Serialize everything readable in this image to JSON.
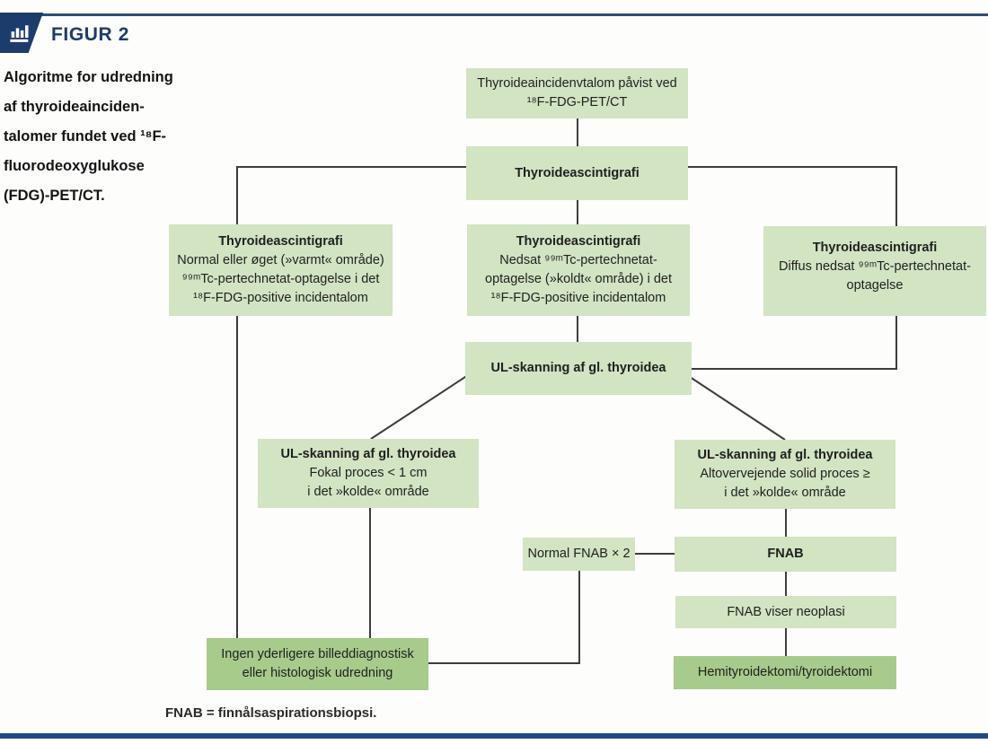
{
  "colors": {
    "navy": "#1d3c6e",
    "bottom_rule_blue": "#1f4b8c",
    "box_light_green": "#d2e4c2",
    "box_dark_green": "#a6cb8b",
    "connector_gray": "#3d3d3d"
  },
  "header": {
    "figure_label": "FIGUR 2",
    "icon": "bar-chart-icon"
  },
  "caption": {
    "lines": [
      "Algoritme for udredning",
      "af thyroideainciden-",
      "talomer fundet ved ¹⁸F-",
      "fluorodeoxyglukose",
      "(FDG)-PET/CT."
    ]
  },
  "nodes": {
    "incidentalom": {
      "lines": [
        "Thyroideaincidenvtalom påvist ved",
        "¹⁸F-FDG-PET/CT"
      ]
    },
    "scintigrafi": {
      "title": "Thyroideascintigrafi"
    },
    "scint_warm": {
      "title": "Thyroideascintigrafi",
      "lines": [
        "Normal eller øget (»varmt« område)",
        "⁹⁹ᵐTc-pertechnetat-optagelse i det",
        "¹⁸F-FDG-positive incidentalom"
      ]
    },
    "scint_cold": {
      "title": "Thyroideascintigrafi",
      "lines": [
        "Nedsat ⁹⁹ᵐTc-pertechnetat-",
        "optagelse (»koldt« område) i det",
        "¹⁸F-FDG-positive incidentalom"
      ]
    },
    "scint_diffuse": {
      "title": "Thyroideascintigrafi",
      "lines": [
        "Diffus nedsat ⁹⁹ᵐTc-pertechnetat-",
        "optagelse"
      ]
    },
    "ul_main": {
      "title": "UL-skanning af gl. thyroidea"
    },
    "ul_focal": {
      "title": "UL-skanning af gl. thyroidea",
      "lines": [
        "Fokal proces < 1 cm",
        "i det »kolde« område"
      ]
    },
    "ul_solid": {
      "title": "UL-skanning af gl. thyroidea",
      "lines": [
        "Altovervejende solid proces ≥",
        "i det »kolde« område"
      ]
    },
    "normal_fnab": {
      "label": "Normal FNAB × 2"
    },
    "fnab": {
      "title": "FNAB"
    },
    "fnab_neoplasi": {
      "label": "FNAB viser neoplasi"
    },
    "no_further": {
      "lines": [
        "Ingen yderligere billeddiagnostisk",
        "eller histologisk udredning"
      ]
    },
    "hemi": {
      "label": "Hemityroidektomi/tyroidektomi"
    }
  },
  "footnote": "FNAB = finnålsaspirationsbiopsi."
}
